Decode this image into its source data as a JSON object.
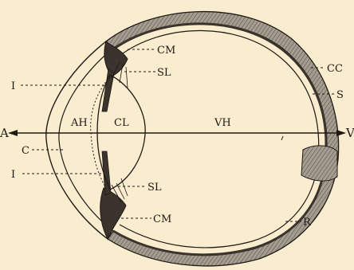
{
  "labels": {
    "ciliary_muscle_top": "CM",
    "suspensory_ligament_top": "SL",
    "iris_top": "I",
    "aqueous_humor": "AH",
    "crystalline_lens": "CL",
    "vitreous_humor": "VH",
    "axis_start": "A",
    "axis_end": "V",
    "cornea": "C",
    "iris_bottom": "I",
    "suspensory_ligament_bottom": "SL",
    "ciliary_muscle_bottom": "CM",
    "choroid_coat": "CC",
    "sclerotic": "S",
    "retina": "R"
  },
  "colors": {
    "paper": "#f9eccf",
    "ink": "#1f1a14",
    "sclera_shading": "#8c8376",
    "choroid_dark": "#3a342d"
  }
}
